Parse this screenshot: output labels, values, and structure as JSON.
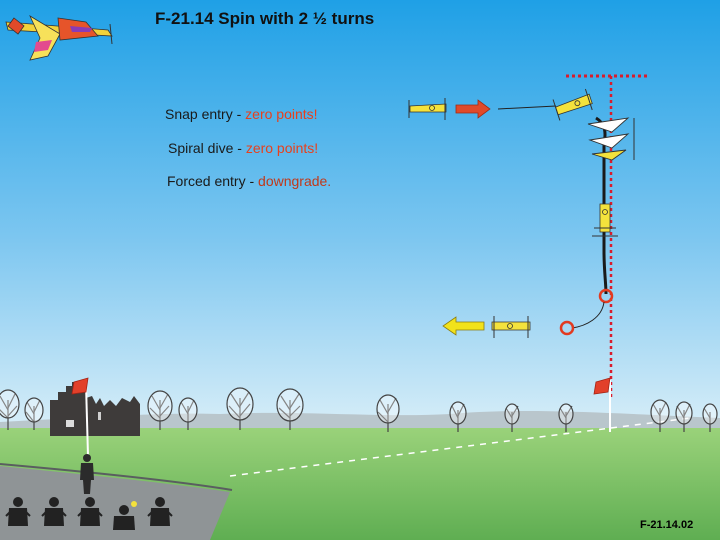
{
  "title": "F-21.14 Spin with 2 ½ turns",
  "notes": [
    {
      "lead": "Snap entry - ",
      "highlight": "zero points!"
    },
    {
      "lead": "Spiral dive - ",
      "highlight": "zero points!"
    },
    {
      "lead": "Forced entry - ",
      "highlight": "downgrade."
    }
  ],
  "footer": "F-21.14.02",
  "colors": {
    "sky_top": "#1fa0e6",
    "sky_bottom": "#cde8f6",
    "grass": "#7cc46a",
    "highlight": "#e8401c",
    "entry_arrow": "#e04a2a",
    "exit_arrow": "#f2e21a",
    "dotted_line": "#d91c2c",
    "marker": "#e23a20",
    "plane_yellow": "#f4e23c"
  },
  "icons": [
    "header-plane-icon",
    "flag-icon",
    "pilot-icon",
    "judges-icon",
    "tree-icon",
    "castle-icon"
  ]
}
